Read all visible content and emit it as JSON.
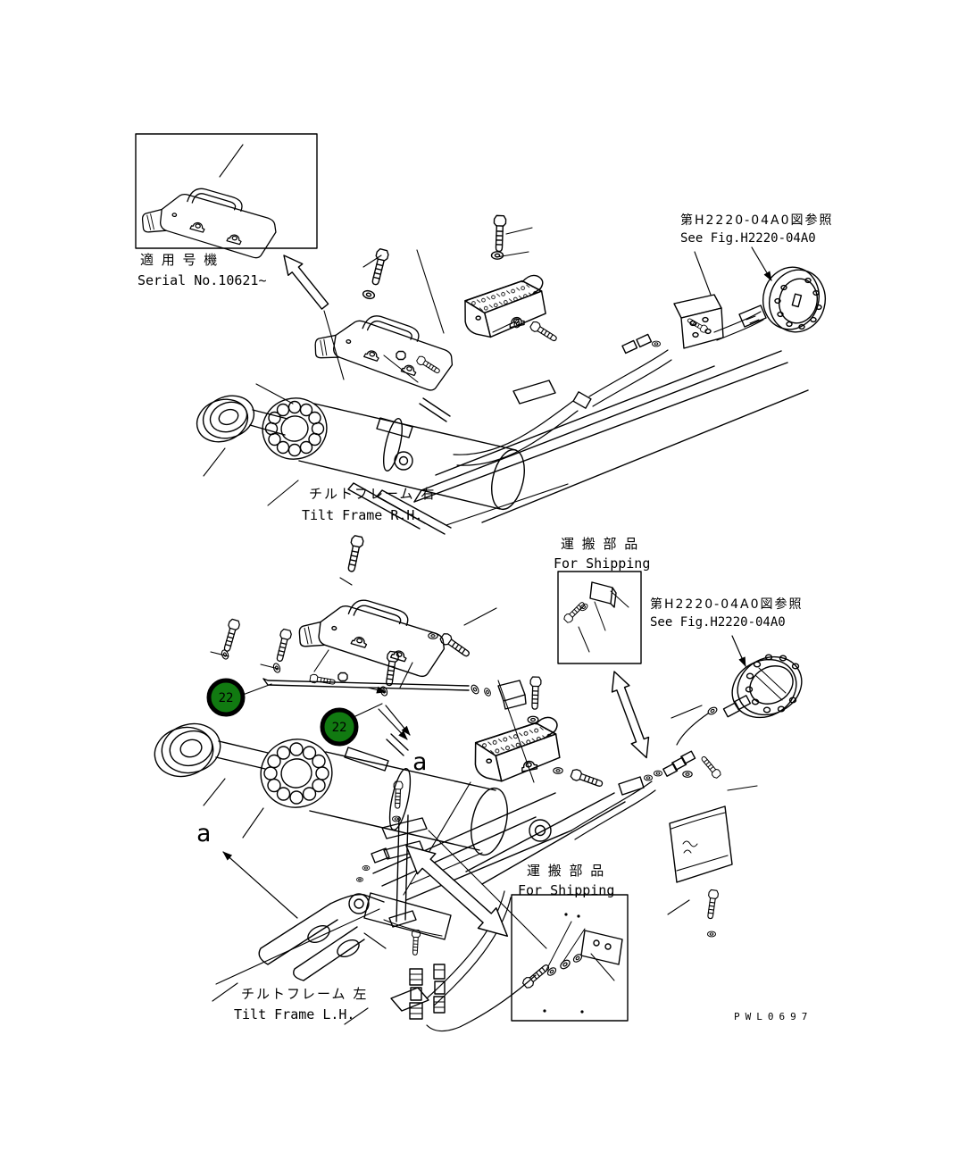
{
  "diagram": {
    "drawing_code": "PWL0697",
    "colors": {
      "line": "#000000",
      "background": "#FFFFFF",
      "callout_fill": "#117A11",
      "callout_ring": "#000000",
      "callout_text": "#FFFFFF"
    },
    "upper_assembly": {
      "serial_box_note_jp": "適 用 号 機",
      "serial_box_note_en": "Serial No.10621~",
      "see_fig_note_jp": "第H2220-04A0図参照",
      "see_fig_note_en": "See Fig.H2220-04A0",
      "label_jp": "チルトフレーム  右",
      "label_en": "Tilt Frame R.H."
    },
    "lower_assembly": {
      "label_jp": "チルトフレーム  左",
      "label_en": "Tilt Frame L.H.",
      "see_fig_note_jp": "第H2220-04A0図参照",
      "see_fig_note_en": "See Fig.H2220-04A0",
      "shipping_note_mid_jp": "運 搬 部 品",
      "shipping_note_mid_en": "For Shipping",
      "shipping_note_bottom_jp": "運 搬 部 品",
      "shipping_note_bottom_en": "For Shipping",
      "section_marker_a1": "a",
      "section_marker_a2": "a",
      "callout_1": "22",
      "callout_2": "22"
    }
  }
}
